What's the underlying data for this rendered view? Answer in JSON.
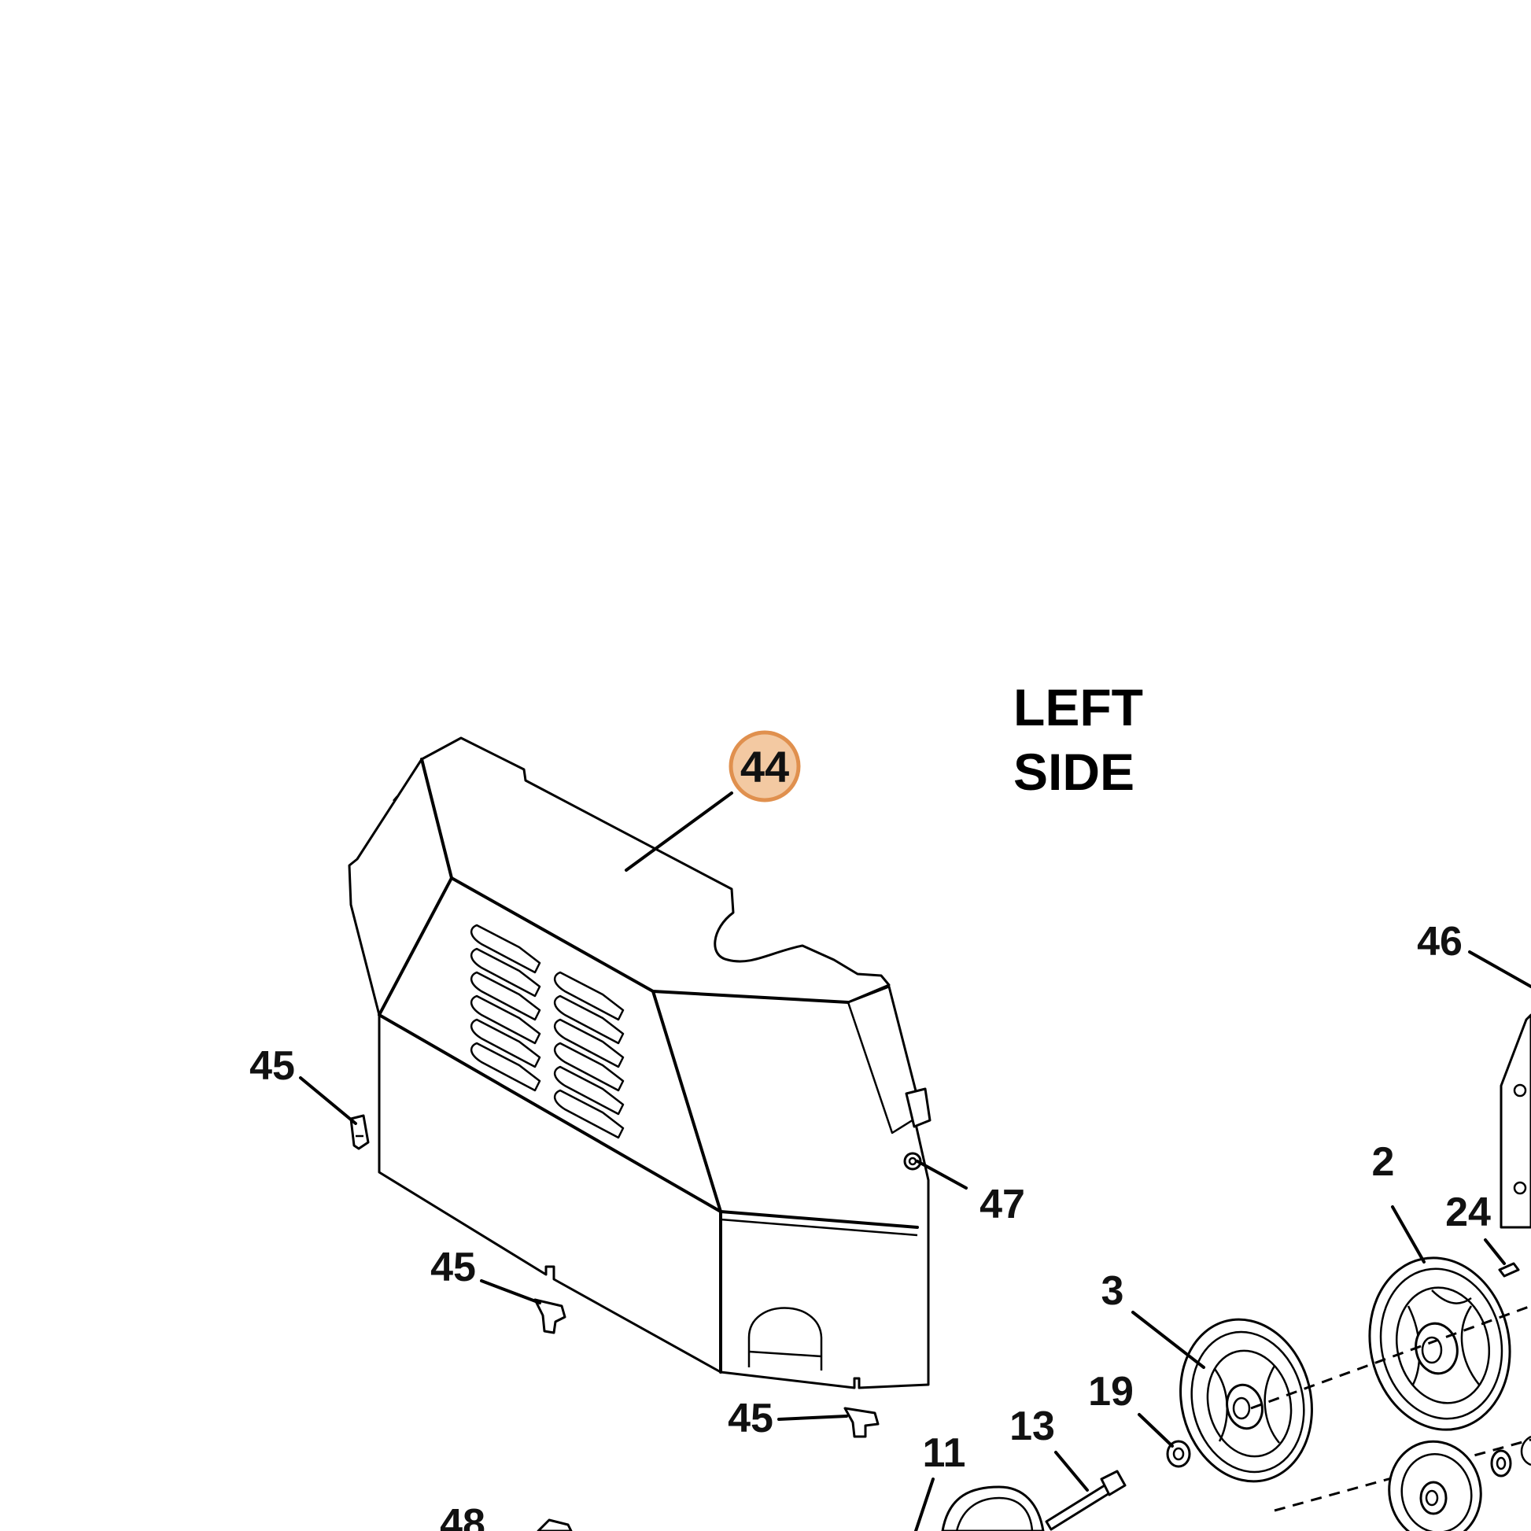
{
  "heading": {
    "line1": "LEFT",
    "line2": "SIDE"
  },
  "callouts": {
    "c44": "44",
    "c45a": "45",
    "c45b": "45",
    "c45c": "45",
    "c47": "47",
    "c46": "46",
    "c2": "2",
    "c24": "24",
    "c3": "3",
    "c19": "19",
    "c13": "13",
    "c11": "11",
    "c48": "48"
  },
  "highlight": {
    "callout": "44",
    "fill": "#f3c9a2",
    "stroke": "#e0904e"
  }
}
